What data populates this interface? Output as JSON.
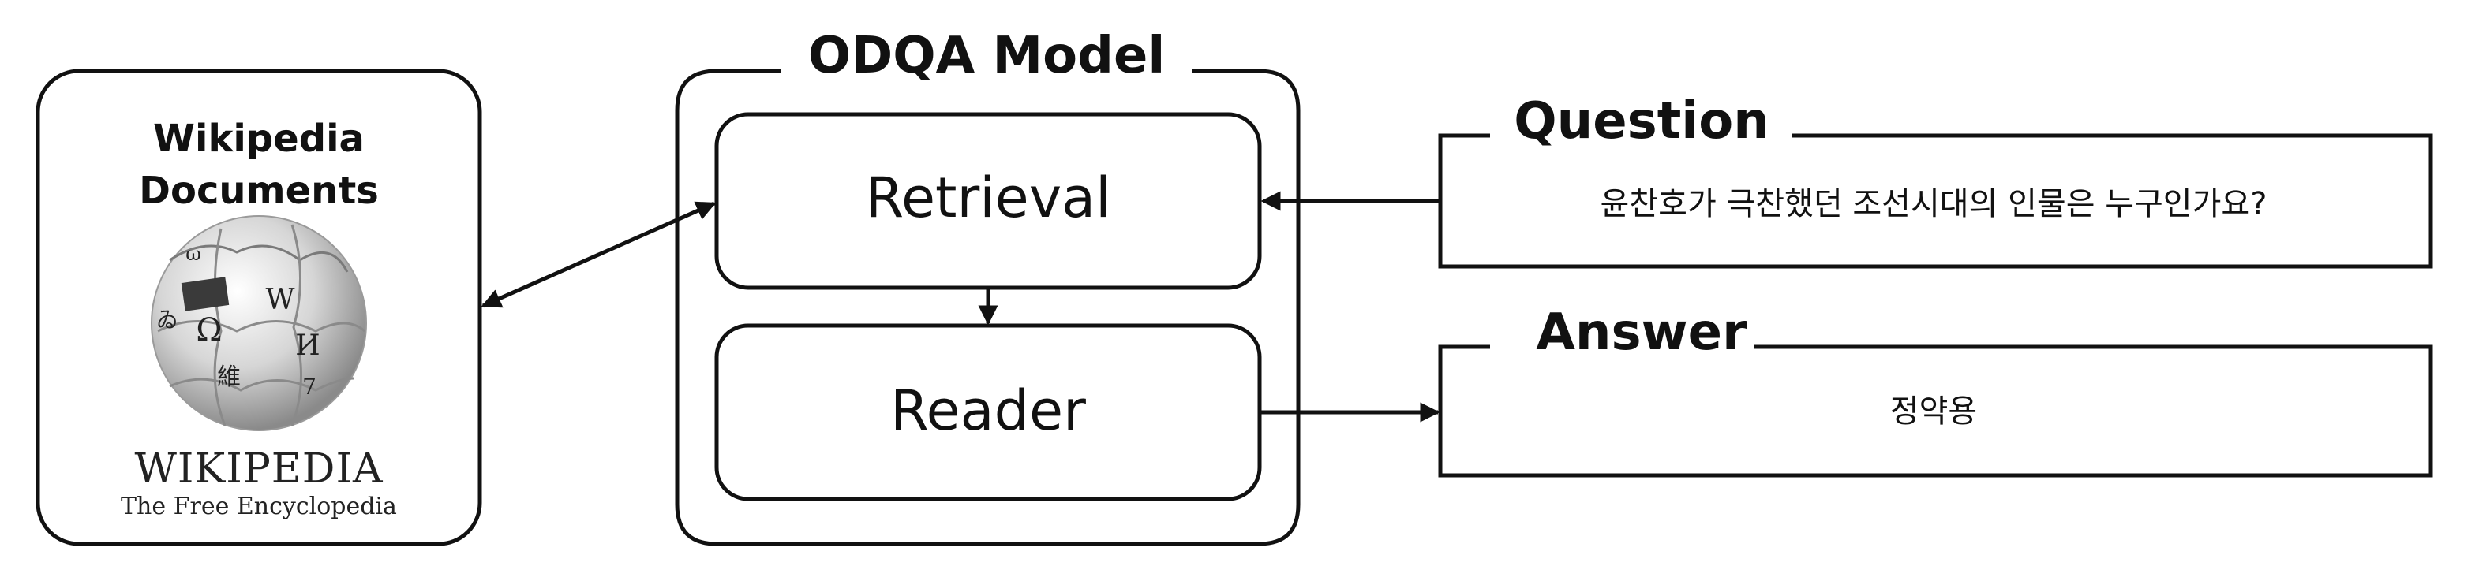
{
  "wikipedia": {
    "title_line1": "Wikipedia",
    "title_line2": "Documents",
    "logo_wordmark": "WIKIPEDIA",
    "logo_tagline": "The Free Encyclopedia"
  },
  "model": {
    "title": "ODQA Model",
    "retrieval_label": "Retrieval",
    "reader_label": "Reader"
  },
  "question": {
    "title": "Question",
    "text": "윤찬호가 극찬했던 조선시대의 인물은 누구인가요?"
  },
  "answer": {
    "title": "Answer",
    "text": "정약용"
  }
}
